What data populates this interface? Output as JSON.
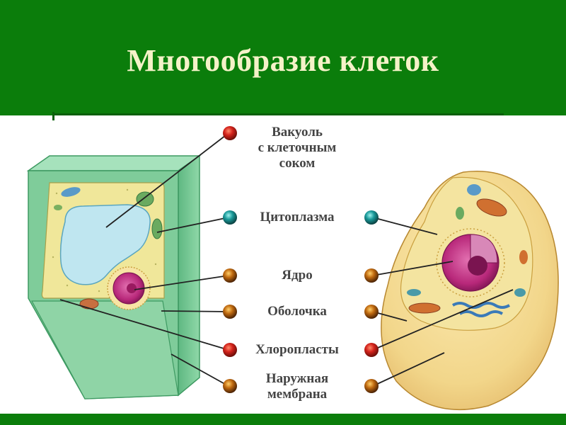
{
  "title": "Многообразие клеток",
  "labels": {
    "vacuole": [
      "Вакуоль",
      "с клеточным",
      "соком"
    ],
    "cytoplasm": "Цитоплазма",
    "nucleus": "Ядро",
    "wall": "Оболочка",
    "chloroplasts": "Хлоропласты",
    "membrane": [
      "Наружная",
      "мембрана"
    ]
  },
  "colors": {
    "header": "#0b7d0b",
    "title_text": "#f5f2c8",
    "bullet_red": "#c8201c",
    "bullet_teal": "#1a9a9a",
    "bullet_brown": "#b06010",
    "plant_wall": "#7fcc9a",
    "cytoplasm": "#f0e79a",
    "vacuole": "#bfe6f0",
    "nucleus": "#c0307a",
    "animal_cell": "#f2d68a"
  }
}
